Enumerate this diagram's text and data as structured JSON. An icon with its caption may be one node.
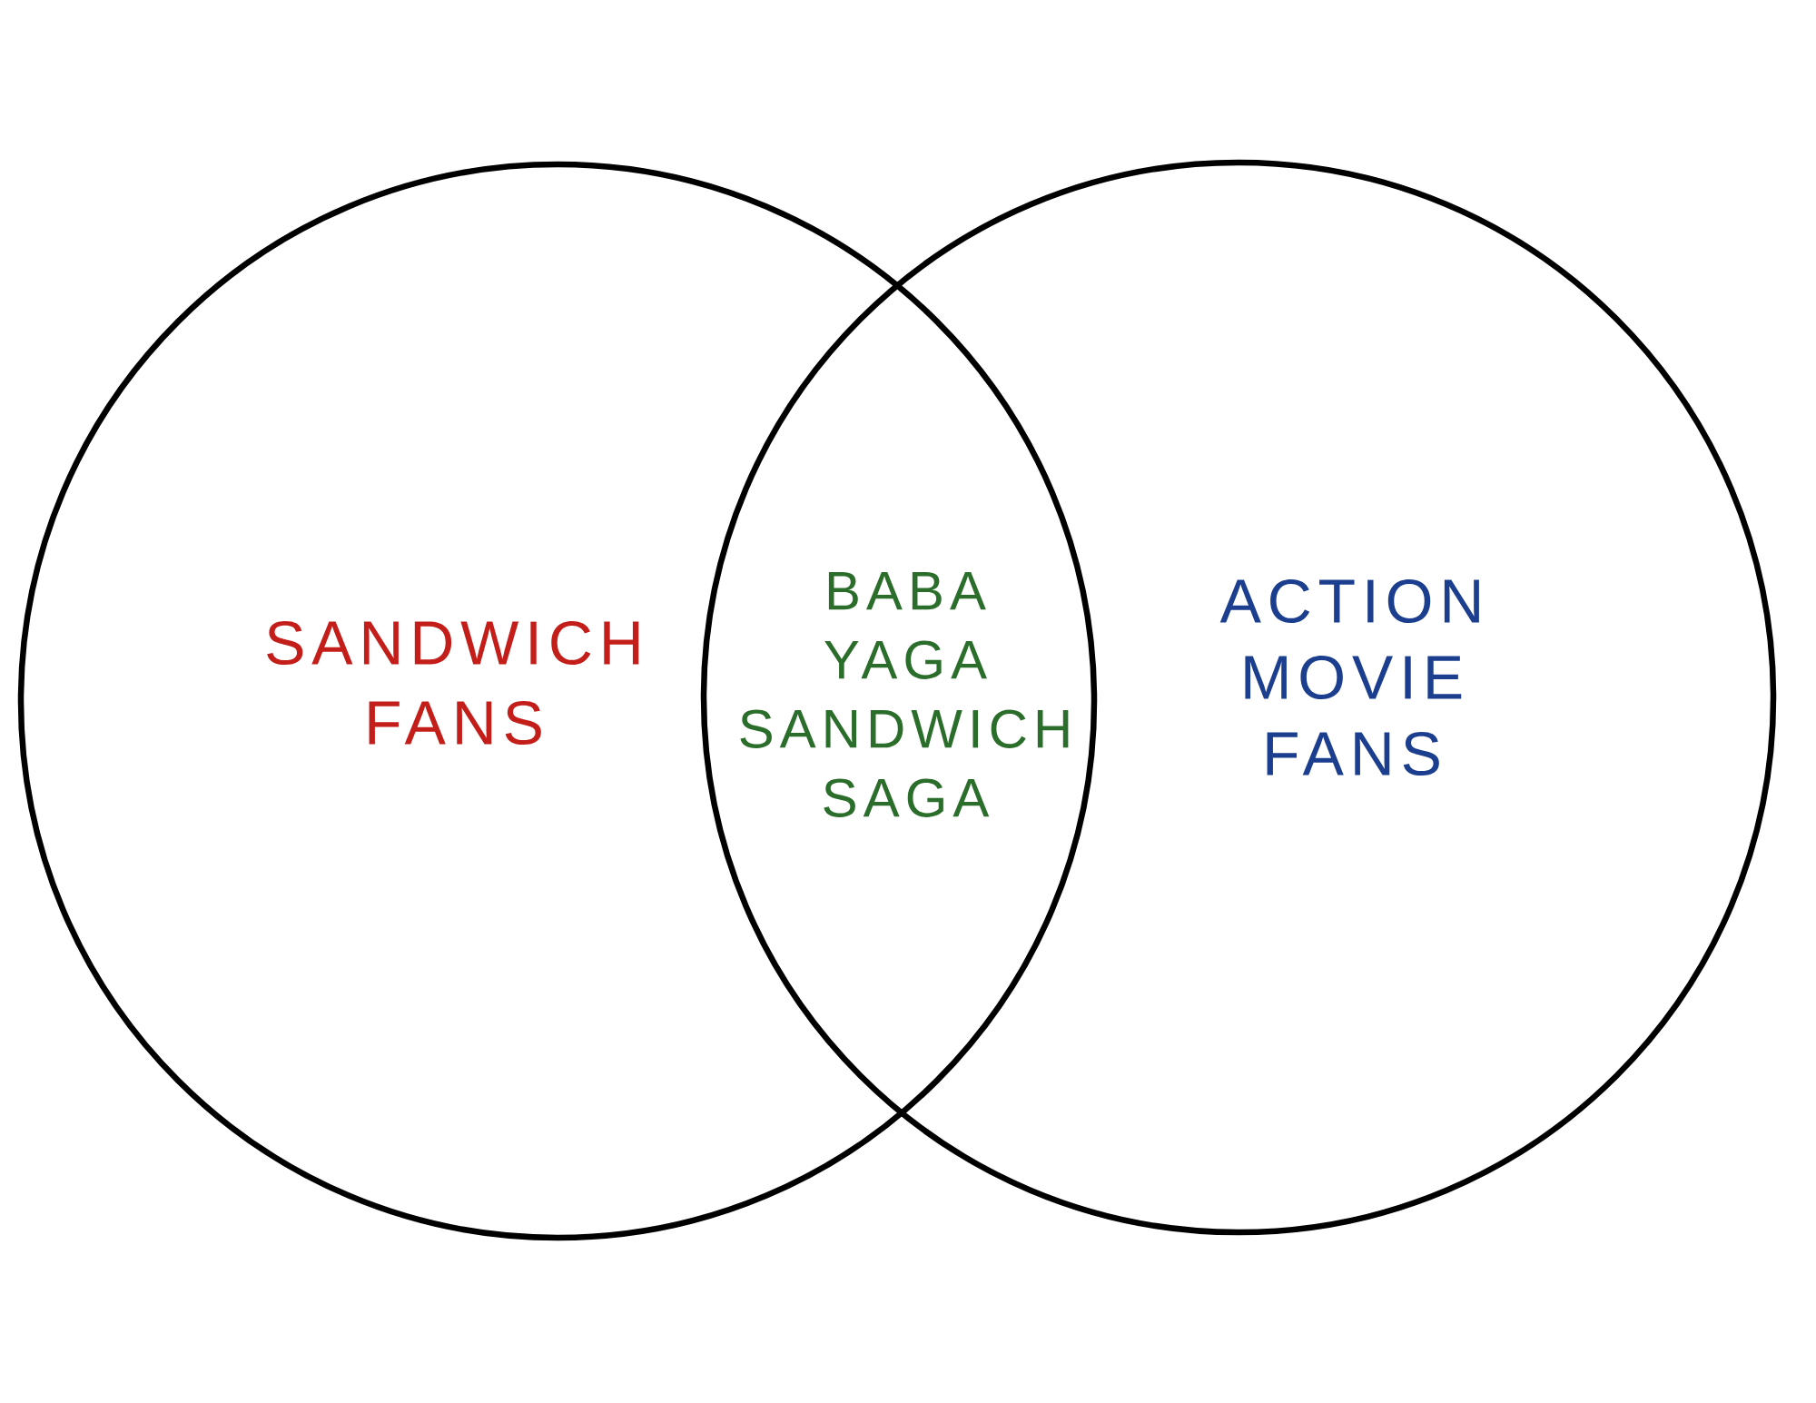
{
  "diagram": {
    "nodes": [
      {
        "text": [
          "SANDWICH FANS"
        ]
      },
      {
        "text": [
          "ACTION MOVIE FANS"
        ]
      }
    ],
    "labels": [
      "BABA YAGA SANDWICH SAGA"
    ]
  }
}
